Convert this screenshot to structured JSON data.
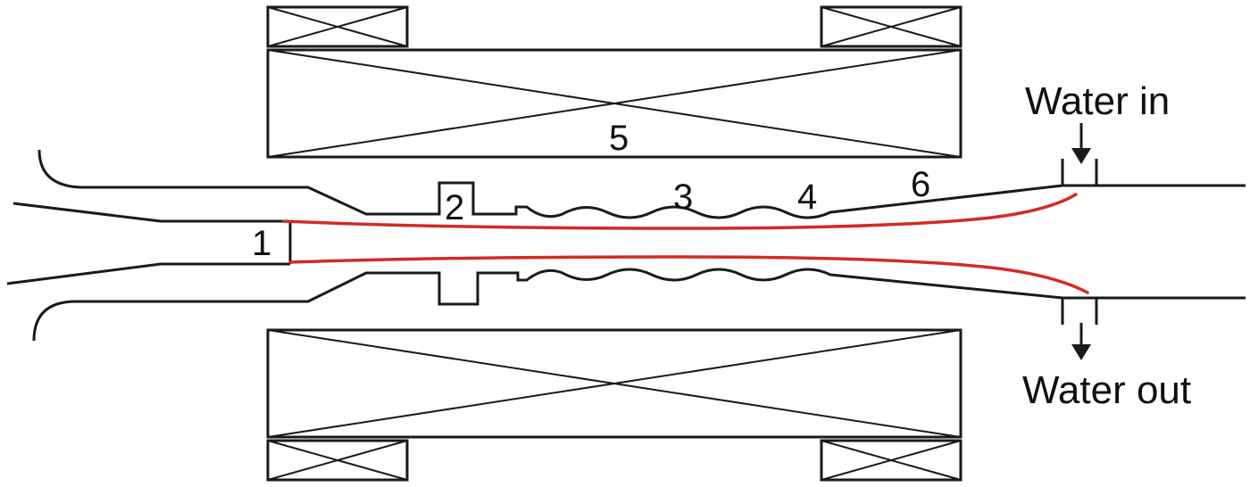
{
  "labels": {
    "label_1": "1",
    "label_2": "2",
    "label_3": "3",
    "label_4": "4",
    "label_5": "5",
    "label_6": "6",
    "water_in": "Water in",
    "water_out": "Water out"
  },
  "colors": {
    "beam": "#d42a24",
    "line": "#1a1a1a",
    "background": "#ffffff"
  }
}
